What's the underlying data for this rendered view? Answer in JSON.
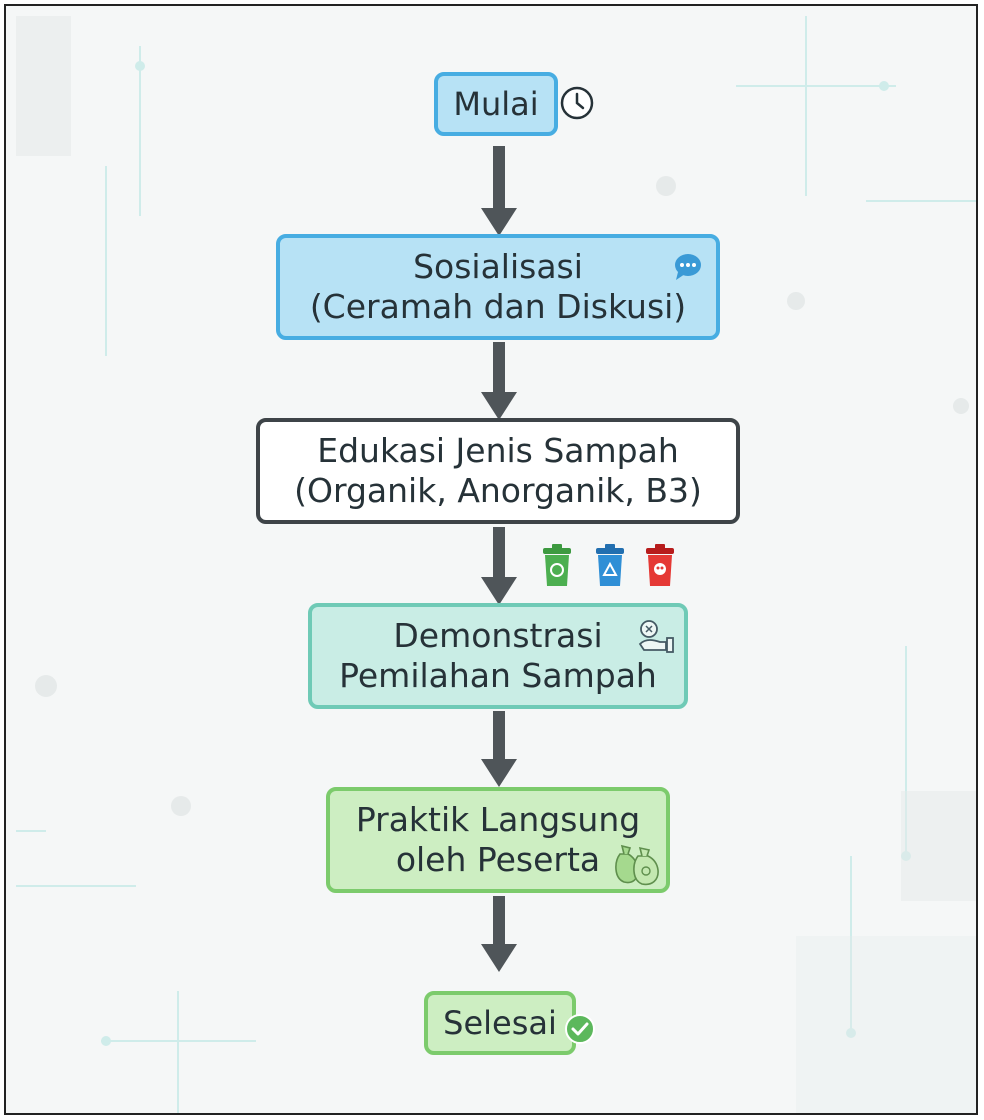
{
  "diagram": {
    "nodes": [
      {
        "id": "mulai",
        "lines": [
          "Mulai"
        ],
        "icon": "clock-icon"
      },
      {
        "id": "sosialisasi",
        "lines": [
          "Sosialisasi",
          "(Ceramah dan Diskusi)"
        ],
        "icon": "chat-bubble-icon"
      },
      {
        "id": "edukasi",
        "lines": [
          "Edukasi Jenis Sampah",
          "(Organik, Anorganik, B3)"
        ],
        "icon": ""
      },
      {
        "id": "demonstrasi",
        "lines": [
          "Demonstrasi",
          "Pemilahan Sampah"
        ],
        "icon": "hand-sorting-icon"
      },
      {
        "id": "praktik",
        "lines": [
          "Praktik Langsung",
          "oleh Peserta"
        ],
        "icon": "trash-bags-icon"
      },
      {
        "id": "selesai",
        "lines": [
          "Selesai"
        ],
        "icon": "check-circle-icon"
      }
    ],
    "bins": [
      {
        "name": "organic-bin-icon",
        "color": "#4caf50"
      },
      {
        "name": "recycle-bin-icon",
        "color": "#2f8fd6"
      },
      {
        "name": "hazardous-bin-icon",
        "color": "#e53935"
      }
    ],
    "colors": {
      "blue": "#47ade2",
      "white": "#3e4448",
      "teal": "#6fcab6",
      "green": "#7ccb6c",
      "arrow": "#4f5559"
    }
  }
}
